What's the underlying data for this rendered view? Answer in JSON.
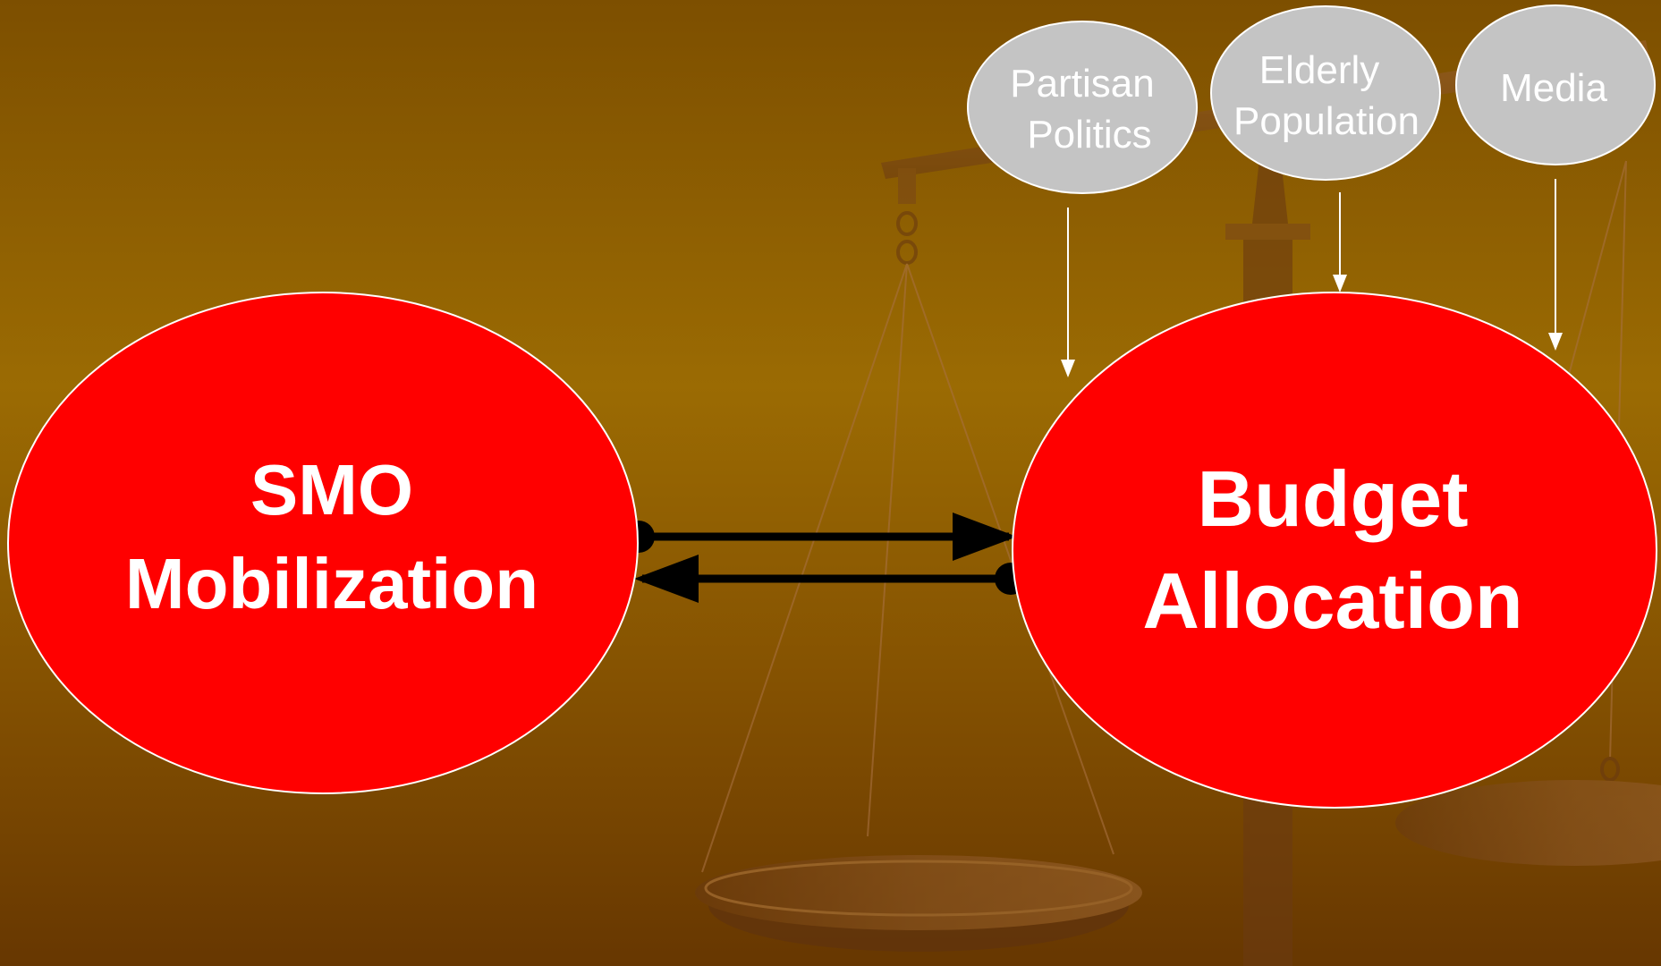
{
  "diagram": {
    "nodes": {
      "smo": {
        "line1": "SMO",
        "line2": "Mobilization"
      },
      "budget": {
        "line1": "Budget",
        "line2": "Allocation"
      },
      "partisan": {
        "line1": "Partisan",
        "line2": "Politics"
      },
      "elderly": {
        "line1": "Elderly",
        "line2": "Population"
      },
      "media": {
        "line1": "Media"
      }
    },
    "edges": [
      {
        "from": "smo",
        "to": "budget"
      },
      {
        "from": "budget",
        "to": "smo"
      },
      {
        "from": "partisan",
        "to": "budget"
      },
      {
        "from": "elderly",
        "to": "budget"
      },
      {
        "from": "media",
        "to": "budget"
      }
    ],
    "colors": {
      "main_node_fill": "#ff0000",
      "influence_node_fill": "#c4c4c4",
      "node_outline": "#ffffff",
      "text": "#ffffff",
      "bidirectional_arrow": "#000000",
      "influence_arrow": "#ffffff"
    }
  }
}
